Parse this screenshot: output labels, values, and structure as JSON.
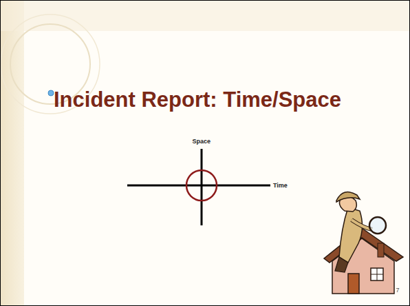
{
  "diagram": {
    "title": "Incident Report: Time/Space",
    "labels": [
      "Space",
      "Time",
      "7"
    ]
  }
}
